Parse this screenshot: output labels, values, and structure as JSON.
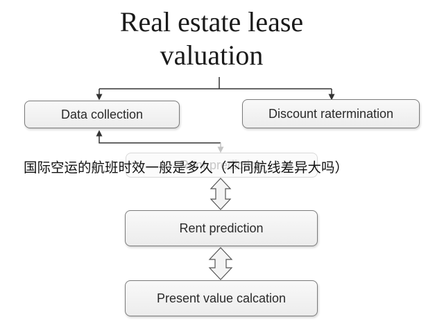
{
  "title": {
    "line1": "Real estate lease",
    "line2": "valuation"
  },
  "nodes": {
    "data_collection": "Data collection",
    "discount_rate": "Discount ratermination",
    "rent_prediction_faded": "Rent prediction",
    "rent_prediction": "Rent prediction",
    "present_value": "Present value calcation"
  },
  "overlay": {
    "text": "国际空运的航班时效一般是多久（不同航线差异大吗）"
  },
  "colors": {
    "box_border": "#7a7a7a",
    "box_fill": "#f2f2f2",
    "arrow": "#333333",
    "faded": "#cccccc"
  }
}
